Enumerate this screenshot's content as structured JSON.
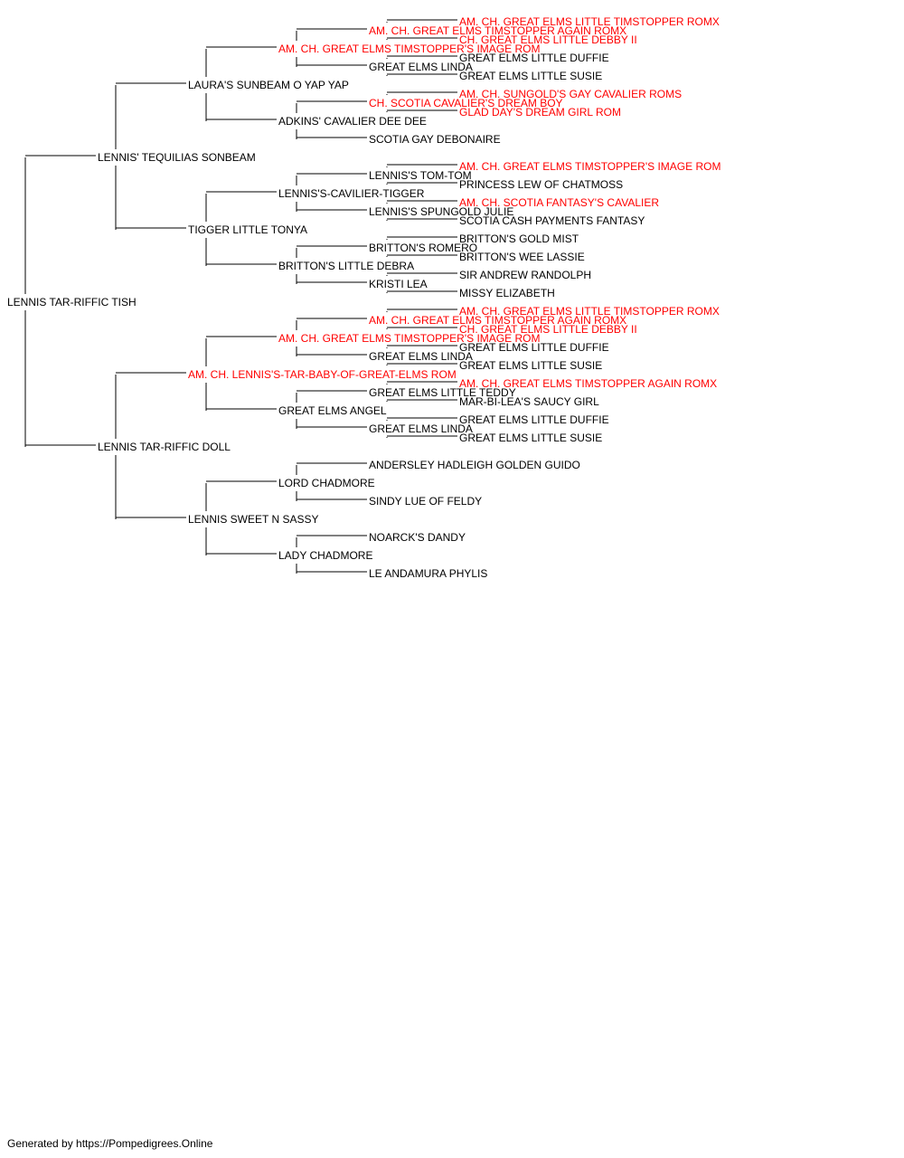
{
  "pedigree": {
    "name": "LENNIS TAR-RIFFIC TISH",
    "champion": false,
    "sire": {
      "name": "LENNIS' TEQUILIAS SONBEAM",
      "champion": false,
      "sire": {
        "name": "LAURA'S SUNBEAM O YAP YAP",
        "champion": false,
        "sire": {
          "name": "AM. CH. GREAT ELMS TIMSTOPPER'S IMAGE ROM",
          "champion": true,
          "sire": {
            "name": "AM. CH. GREAT ELMS TIMSTOPPER AGAIN ROMX",
            "champion": true,
            "sire": {
              "name": "AM. CH. GREAT ELMS LITTLE TIMSTOPPER ROMX",
              "champion": true
            },
            "dam": {
              "name": "CH. GREAT ELMS LITTLE DEBBY II",
              "champion": true
            }
          },
          "dam": {
            "name": "GREAT ELMS LINDA",
            "champion": false,
            "sire": {
              "name": "GREAT ELMS LITTLE DUFFIE",
              "champion": false
            },
            "dam": {
              "name": "GREAT ELMS LITTLE SUSIE",
              "champion": false
            }
          }
        },
        "dam": {
          "name": "ADKINS' CAVALIER DEE DEE",
          "champion": false,
          "sire": {
            "name": "CH. SCOTIA CAVALIER'S DREAM BOY",
            "champion": true,
            "sire": {
              "name": "AM. CH. SUNGOLD'S GAY CAVALIER ROMS",
              "champion": true
            },
            "dam": {
              "name": "GLAD DAY'S DREAM GIRL ROM",
              "champion": true
            }
          },
          "dam": {
            "name": "SCOTIA GAY DEBONAIRE",
            "champion": false
          }
        }
      },
      "dam": {
        "name": "TIGGER LITTLE TONYA",
        "champion": false,
        "sire": {
          "name": "LENNIS'S-CAVILIER-TIGGER",
          "champion": false,
          "sire": {
            "name": "LENNIS'S TOM-TOM",
            "champion": false,
            "sire": {
              "name": "AM. CH. GREAT ELMS TIMSTOPPER'S IMAGE ROM",
              "champion": true
            },
            "dam": {
              "name": "PRINCESS LEW OF CHATMOSS",
              "champion": false
            }
          },
          "dam": {
            "name": "LENNIS'S SPUNGOLD JULIE",
            "champion": false,
            "sire": {
              "name": "AM. CH. SCOTIA FANTASY'S CAVALIER",
              "champion": true
            },
            "dam": {
              "name": "SCOTIA CASH PAYMENTS FANTASY",
              "champion": false
            }
          }
        },
        "dam": {
          "name": "BRITTON'S LITTLE DEBRA",
          "champion": false,
          "sire": {
            "name": "BRITTON'S ROMERO",
            "champion": false,
            "sire": {
              "name": "BRITTON'S GOLD MIST",
              "champion": false
            },
            "dam": {
              "name": "BRITTON'S WEE LASSIE",
              "champion": false
            }
          },
          "dam": {
            "name": "KRISTI LEA",
            "champion": false,
            "sire": {
              "name": "SIR ANDREW RANDOLPH",
              "champion": false
            },
            "dam": {
              "name": "MISSY ELIZABETH",
              "champion": false
            }
          }
        }
      }
    },
    "dam": {
      "name": "LENNIS TAR-RIFFIC DOLL",
      "champion": false,
      "sire": {
        "name": "AM. CH. LENNIS'S-TAR-BABY-OF-GREAT-ELMS ROM",
        "champion": true,
        "sire": {
          "name": "AM. CH. GREAT ELMS TIMSTOPPER'S IMAGE ROM",
          "champion": true,
          "sire": {
            "name": "AM. CH. GREAT ELMS TIMSTOPPER AGAIN ROMX",
            "champion": true,
            "sire": {
              "name": "AM. CH. GREAT ELMS LITTLE TIMSTOPPER ROMX",
              "champion": true
            },
            "dam": {
              "name": "CH. GREAT ELMS LITTLE DEBBY II",
              "champion": true
            }
          },
          "dam": {
            "name": "GREAT ELMS LINDA",
            "champion": false,
            "sire": {
              "name": "GREAT ELMS LITTLE DUFFIE",
              "champion": false
            },
            "dam": {
              "name": "GREAT ELMS LITTLE SUSIE",
              "champion": false
            }
          }
        },
        "dam": {
          "name": "GREAT ELMS ANGEL",
          "champion": false,
          "sire": {
            "name": "GREAT ELMS LITTLE TEDDY",
            "champion": false,
            "sire": {
              "name": "AM. CH. GREAT ELMS TIMSTOPPER AGAIN ROMX",
              "champion": true
            },
            "dam": {
              "name": "MAR-BI-LEA'S SAUCY GIRL",
              "champion": false
            }
          },
          "dam": {
            "name": "GREAT ELMS LINDA",
            "champion": false,
            "sire": {
              "name": "GREAT ELMS LITTLE DUFFIE",
              "champion": false
            },
            "dam": {
              "name": "GREAT ELMS LITTLE SUSIE",
              "champion": false
            }
          }
        }
      },
      "dam": {
        "name": "LENNIS SWEET N SASSY",
        "champion": false,
        "sire": {
          "name": "LORD CHADMORE",
          "champion": false,
          "sire": {
            "name": "ANDERSLEY HADLEIGH GOLDEN GUIDO",
            "champion": false
          },
          "dam": {
            "name": "SINDY LUE OF FELDY",
            "champion": false
          }
        },
        "dam": {
          "name": "LADY CHADMORE",
          "champion": false,
          "sire": {
            "name": "NOARCK'S DANDY",
            "champion": false
          },
          "dam": {
            "name": "LE ANDAMURA PHYLIS",
            "champion": false
          }
        }
      }
    }
  },
  "colors": {
    "champion": "#ff0000",
    "normal": "#000000",
    "line": "#000000"
  },
  "footer": "Generated by https://Pompedigrees.Online"
}
